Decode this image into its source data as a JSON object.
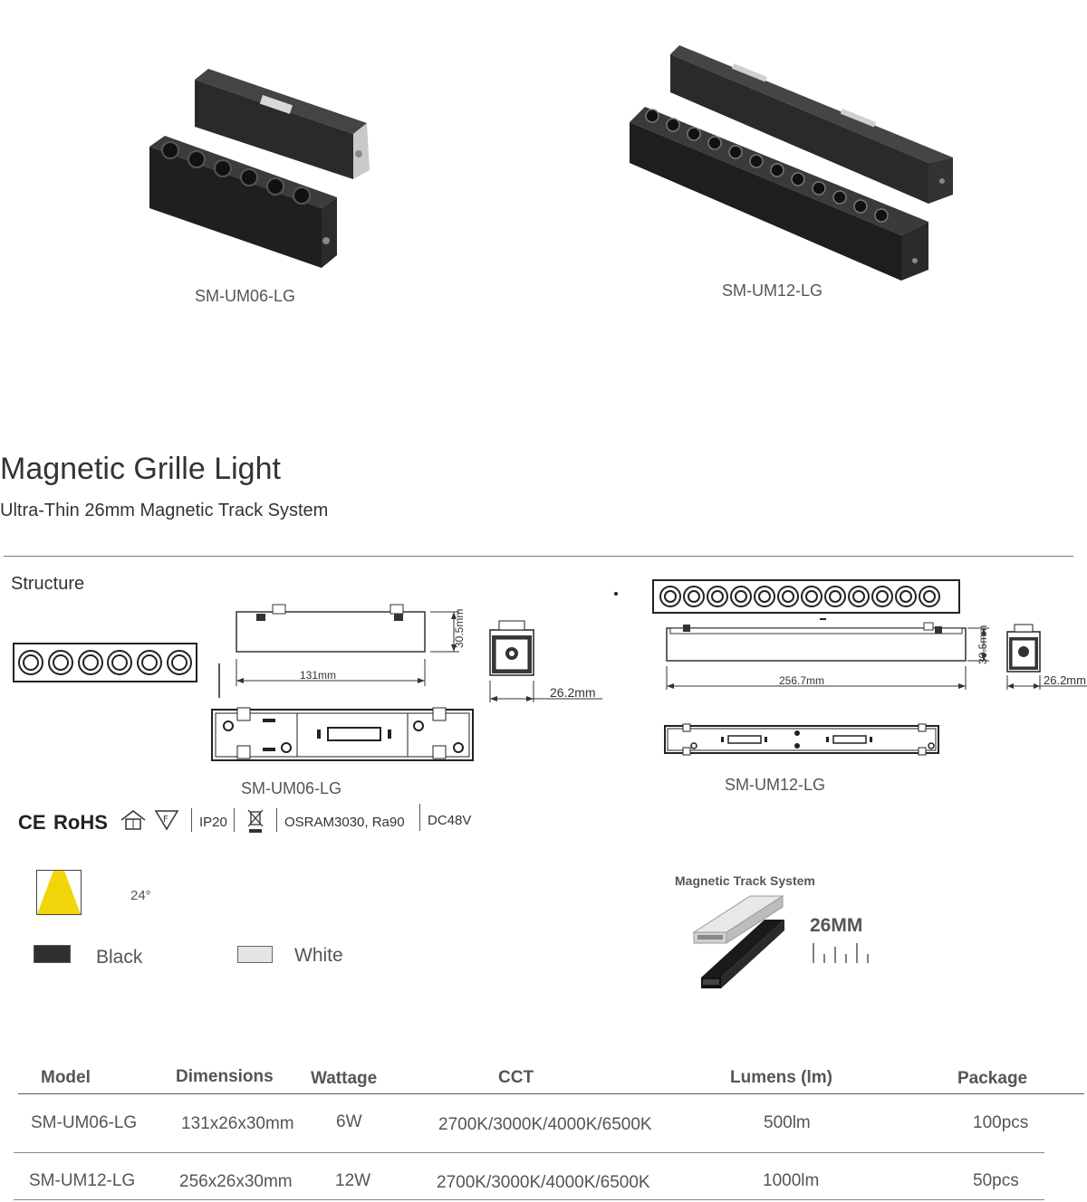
{
  "products": {
    "left_label": "SM-UM06-LG",
    "right_label": "SM-UM12-LG"
  },
  "heading": {
    "title": "Magnetic Grille Light",
    "subtitle": "Ultra-Thin 26mm Magnetic Track System"
  },
  "structure": {
    "label": "Structure",
    "left": {
      "length": "131mm",
      "height": "30.5mm",
      "width": "26.2mm",
      "label": "SM-UM06-LG",
      "lens_count": 6
    },
    "right": {
      "length": "256.7mm",
      "height": "30.5mm",
      "width": "26.2mm",
      "label": "SM-UM12-LG",
      "lens_count": 12
    }
  },
  "certifications": {
    "ce": "CE",
    "rohs": "RoHS",
    "ip": "IP20",
    "source": "OSRAM3030, Ra90",
    "voltage": "DC48V"
  },
  "beam": {
    "angle": "24°",
    "color": "#f2d40a"
  },
  "finishes": [
    {
      "name": "Black",
      "swatch": "#2e3030"
    },
    {
      "name": "White",
      "swatch": "#e4e4e4"
    }
  ],
  "track": {
    "title": "Magnetic Track System",
    "size": "26MM"
  },
  "table": {
    "headers": {
      "model": "Model",
      "dimensions": "Dimensions",
      "wattage": "Wattage",
      "cct": "CCT",
      "lumens": "Lumens (lm)",
      "package": "Package"
    },
    "rows": [
      {
        "model": "SM-UM06-LG",
        "dimensions": "131x26x30mm",
        "wattage": "6W",
        "cct": "2700K/3000K/4000K/6500K",
        "lumens": "500lm",
        "package": "100pcs"
      },
      {
        "model": "SM-UM12-LG",
        "dimensions": "256x26x30mm",
        "wattage": "12W",
        "cct": "2700K/3000K/4000K/6500K",
        "lumens": "1000lm",
        "package": "50pcs"
      }
    ]
  }
}
